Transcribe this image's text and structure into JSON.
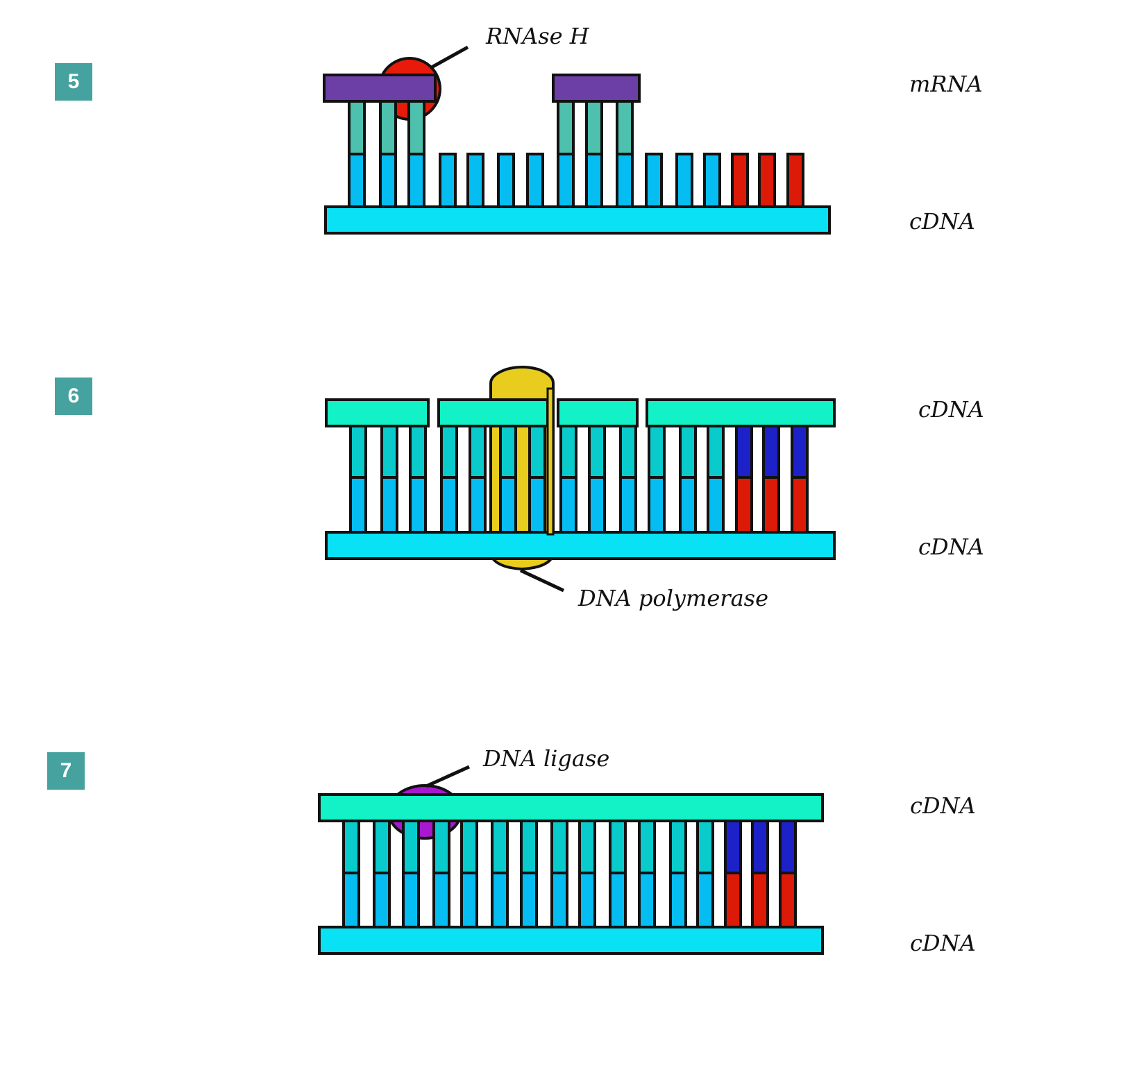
{
  "colors": {
    "mrna_backbone": "#6b3fa6",
    "cdna_bottom": "#08e2f4",
    "cdna_top": "#12f2c6",
    "base_blue": "#06bdf2",
    "base_teal_mrna": "#4dc1ad",
    "base_teal_cdna": "#0acbcb",
    "base_red": "#dc1a08",
    "base_darkblue": "#1c22c8",
    "rnase": "#e81a0a",
    "polymerase": "#e8cc1e",
    "ligase": "#a818d0",
    "outline": "#111111",
    "badge": "#45a29e"
  },
  "steps": [
    {
      "number": "5",
      "labels": {
        "top_strand": "mRNA",
        "bottom_strand": "cDNA",
        "enzyme": "RNAse H"
      },
      "bottom_bases": [
        "blue",
        "blue",
        "blue",
        "blue",
        "blue",
        "blue",
        "blue",
        "blue",
        "blue",
        "blue",
        "blue",
        "blue",
        "blue",
        "red",
        "red",
        "red"
      ],
      "top_bases": [
        "mrna",
        "mrna",
        "mrna",
        "none",
        "none",
        "none",
        "none",
        "mrna",
        "mrna",
        "mrna",
        "none",
        "none",
        "none",
        "none",
        "none",
        "none"
      ],
      "top_segments": [
        [
          0,
          2
        ],
        [
          7,
          9
        ]
      ]
    },
    {
      "number": "6",
      "labels": {
        "top_strand": "cDNA",
        "bottom_strand": "cDNA",
        "enzyme": "DNA polymerase"
      },
      "bottom_bases": [
        "blue",
        "blue",
        "blue",
        "blue",
        "blue",
        "blue",
        "blue",
        "blue",
        "blue",
        "blue",
        "blue",
        "blue",
        "blue",
        "red",
        "red",
        "red"
      ],
      "top_bases": [
        "teal",
        "teal",
        "teal",
        "teal",
        "teal",
        "teal",
        "teal",
        "teal",
        "teal",
        "teal",
        "teal",
        "teal",
        "teal",
        "darkblue",
        "darkblue",
        "darkblue"
      ],
      "top_segments": [
        [
          0,
          2
        ],
        [
          3,
          6
        ],
        [
          7,
          9
        ],
        [
          10,
          15
        ]
      ]
    },
    {
      "number": "7",
      "labels": {
        "top_strand": "cDNA",
        "bottom_strand": "cDNA",
        "enzyme": "DNA ligase"
      },
      "bottom_bases": [
        "blue",
        "blue",
        "blue",
        "blue",
        "blue",
        "blue",
        "blue",
        "blue",
        "blue",
        "blue",
        "blue",
        "blue",
        "blue",
        "red",
        "red",
        "red"
      ],
      "top_bases": [
        "teal",
        "teal",
        "teal",
        "teal",
        "teal",
        "teal",
        "teal",
        "teal",
        "teal",
        "teal",
        "teal",
        "teal",
        "teal",
        "darkblue",
        "darkblue",
        "darkblue"
      ],
      "top_segments": [
        [
          0,
          15
        ]
      ]
    }
  ]
}
